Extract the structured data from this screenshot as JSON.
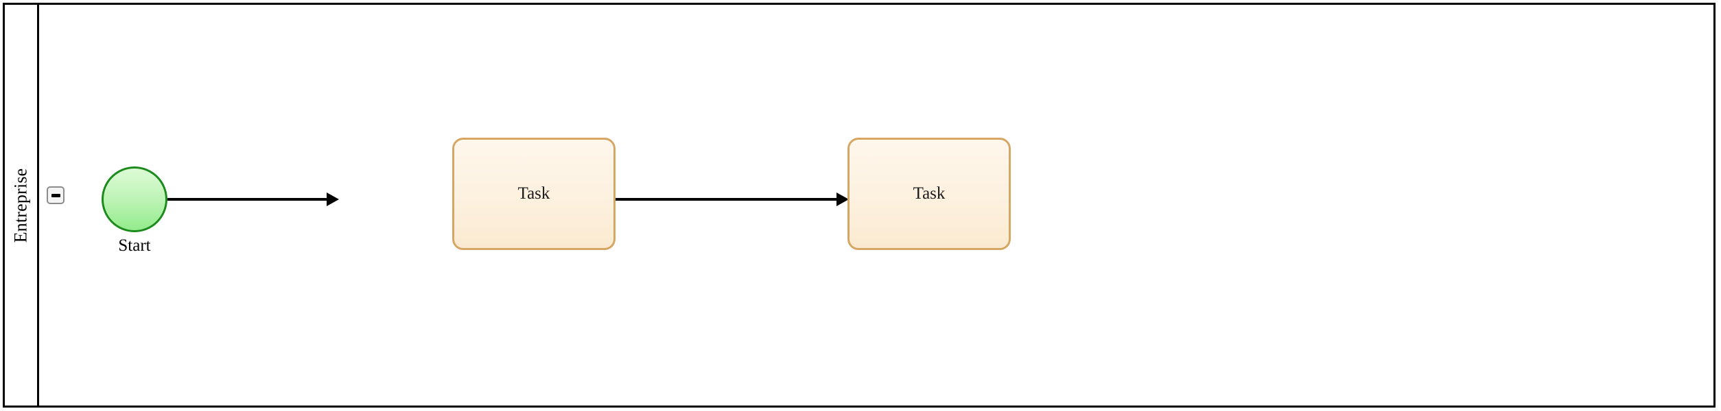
{
  "diagram": {
    "type": "bpmn-pool-diagram",
    "background_color": "#ffffff",
    "pool": {
      "name": "Entreprise",
      "border_color": "#000000",
      "fill_color": "#ffffff",
      "collapse_button": {
        "state": "expanded",
        "glyph": "minus-icon",
        "border_color": "#8c8c8c",
        "fill_color": "#f4f4f4"
      }
    },
    "nodes": [
      {
        "id": "start-event",
        "kind": "start-event",
        "label": "Start",
        "shape": "circle",
        "fill_color": "#c4f5bc",
        "border_color": "#1d8a1d"
      },
      {
        "id": "task-1",
        "kind": "task",
        "label": "Task",
        "shape": "rounded-rectangle",
        "fill_color": "#fdf1df",
        "border_color": "#d6a664"
      },
      {
        "id": "task-2",
        "kind": "task",
        "label": "Task",
        "shape": "rounded-rectangle",
        "fill_color": "#fdf1df",
        "border_color": "#d6a664"
      }
    ],
    "flows": [
      {
        "id": "flow-1",
        "from": "start-event",
        "to": "task-1",
        "color": "#000000",
        "arrow": "solid-filled"
      },
      {
        "id": "flow-2",
        "from": "task-1",
        "to": "task-2",
        "color": "#000000",
        "arrow": "solid-filled"
      }
    ]
  }
}
